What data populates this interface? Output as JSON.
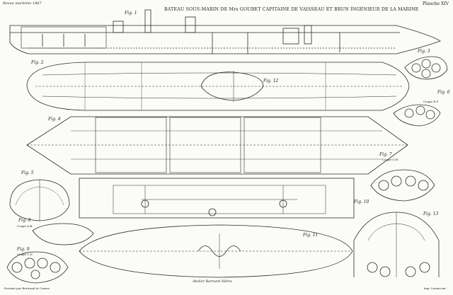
{
  "plate": {
    "title": "BATEAU SOUS-MARIN DE Mrs GOUBET CAPITAINE DE VAISSEAU ET BRUN INGÉNIEUR DE LA MARINE",
    "planche": "Planche XIV",
    "corner_note": "Revue maritime 1867",
    "footer": "Atelier Barnard Hétra",
    "credit_left": "Dessiné par Bertrand et Camus",
    "credit_right": "Imp. Lemercier"
  },
  "figures": {
    "fig1": "Fig. 1",
    "fig2": "Fig. 2",
    "fig3": "Fig. 3",
    "fig4": "Fig. 4",
    "fig5": "Fig. 5",
    "fig6": "Fig. 6",
    "fig7": "Fig. 7",
    "fig8": "Fig. 8",
    "fig9": "Fig. 9",
    "fig10": "Fig. 10",
    "fig11": "Fig. 11",
    "fig12": "Fig. 12",
    "fig13": "Fig. 13"
  },
  "captions": {
    "coupe_ab": "Coupe A.B.",
    "coupe_cd": "Coupe C.D.",
    "coupe_ef": "Coupe E.F.",
    "coupe_gh": "Coupe G.H."
  },
  "colors": {
    "ink": "#2a2a2a",
    "paper": "#fbfbf8"
  }
}
